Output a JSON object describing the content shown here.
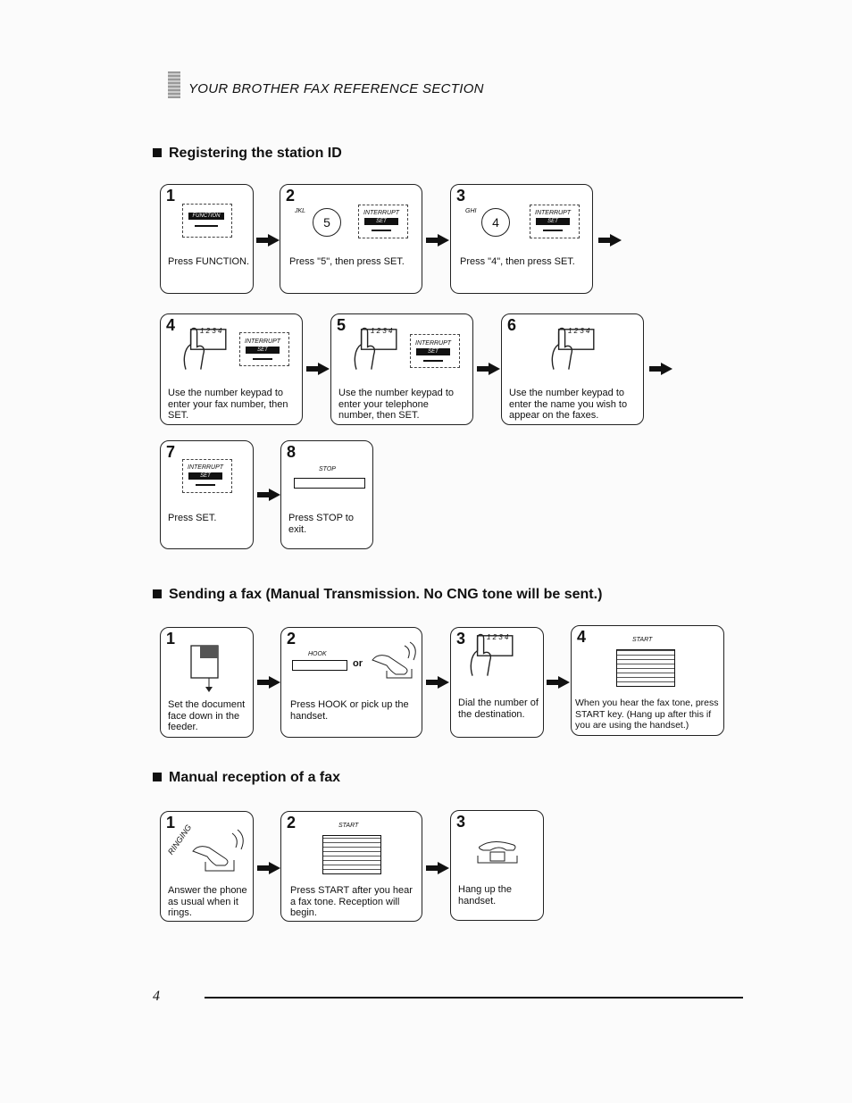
{
  "header": {
    "running_title": "YOUR BROTHER FAX REFERENCE SECTION"
  },
  "sections": {
    "station_id": {
      "title": "Registering the station ID",
      "steps": [
        {
          "num": "1",
          "caption": "Press FUNCTION.",
          "key": "FUNCTION"
        },
        {
          "num": "2",
          "caption": "Press \"5\", then press SET.",
          "dial_label": "JKL",
          "dial_digit": "5",
          "key_label": "INTERRUPT",
          "key": "SET"
        },
        {
          "num": "3",
          "caption": "Press \"4\", then press SET.",
          "dial_label": "GHI",
          "dial_digit": "4",
          "key_label": "INTERRUPT",
          "key": "SET"
        },
        {
          "num": "4",
          "caption": "Use the number keypad to enter your fax number, then SET.",
          "keypad": "1 2 3 4",
          "key_label": "INTERRUPT",
          "key": "SET"
        },
        {
          "num": "5",
          "caption": "Use the number keypad to enter your telephone number, then SET.",
          "keypad": "1 2 3 4",
          "key_label": "INTERRUPT",
          "key": "SET"
        },
        {
          "num": "6",
          "caption": "Use the number keypad to enter the name you wish to appear on the faxes.",
          "keypad": "1 2 3 4"
        },
        {
          "num": "7",
          "caption": "Press SET.",
          "key_label": "INTERRUPT",
          "key": "SET"
        },
        {
          "num": "8",
          "caption": "Press STOP to exit.",
          "key_label": "STOP"
        }
      ]
    },
    "sending": {
      "title": "Sending a fax (Manual Transmission. No CNG tone will be sent.)",
      "steps": [
        {
          "num": "1",
          "caption": "Set the document face down in the feeder."
        },
        {
          "num": "2",
          "caption": "Press HOOK or pick up the handset.",
          "key_label": "HOOK",
          "or": "or"
        },
        {
          "num": "3",
          "caption": "Dial the number of the destination.",
          "keypad": "1 2 3 4"
        },
        {
          "num": "4",
          "caption": "When you hear the fax tone, press START key. (Hang up after this if you are using the handset.)",
          "key_label": "START"
        }
      ]
    },
    "reception": {
      "title": "Manual reception of a fax",
      "steps": [
        {
          "num": "1",
          "caption": "Answer the phone as usual when it rings.",
          "ring_text": "RINGING"
        },
        {
          "num": "2",
          "caption": "Press START after you hear a fax tone. Reception will begin.",
          "key_label": "START"
        },
        {
          "num": "3",
          "caption": "Hang up the handset."
        }
      ]
    }
  },
  "footer": {
    "page_number": "4"
  }
}
